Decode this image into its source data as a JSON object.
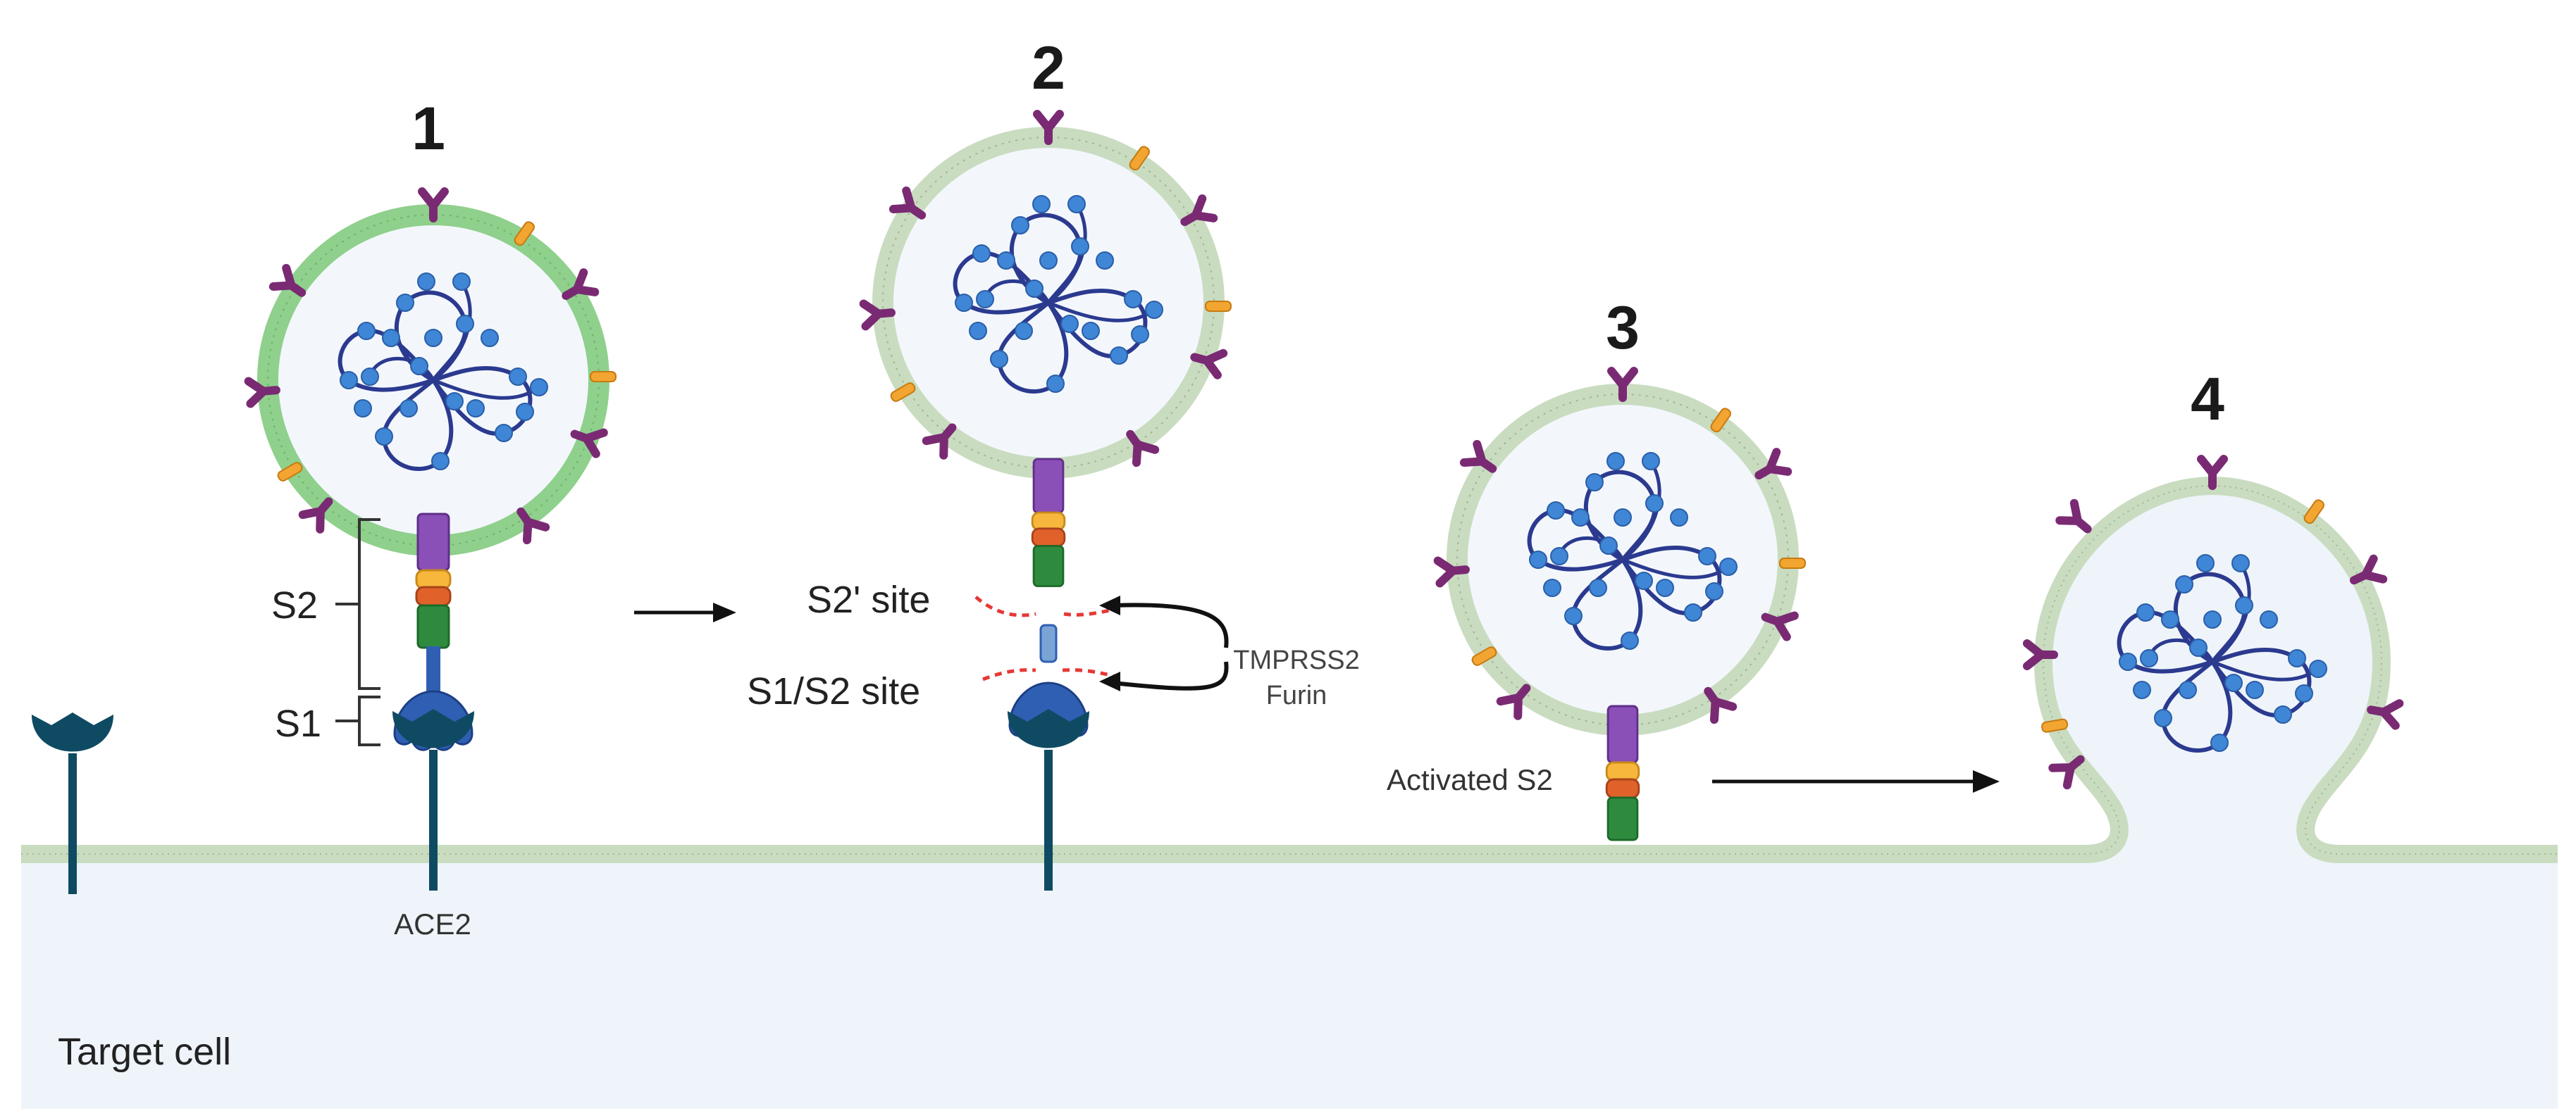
{
  "steps": [
    "1",
    "2",
    "3",
    "4"
  ],
  "labels": {
    "s2": "S2",
    "s1": "S1",
    "ace2": "ACE2",
    "s2_prime_site": "S2' site",
    "s1_s2_site": "S1/S2 site",
    "protease_1": "TMPRSS2",
    "protease_2": "Furin",
    "activated_s2": "Activated S2",
    "target_cell": "Target cell"
  },
  "colors": {
    "envelope_step1": "#8fd08c",
    "envelope_other": "#c9dcc0",
    "virion_interior": "#f3f7fc",
    "cytoplasm": "#eef4fa",
    "rna_strand": "#2b3a8f",
    "nucleocapsid": "#3f86d6",
    "spike_m_protein": "#7a2a73",
    "e_protein": "#f2a531",
    "s2_purple": "#8b4fb8",
    "s2_yellow": "#f6b73c",
    "s2_orange": "#e0622a",
    "s2_green": "#2e8b3e",
    "s1_blue": "#2f5fb3",
    "ace2_teal": "#0f4a63",
    "cleavage_red": "#e53935"
  }
}
